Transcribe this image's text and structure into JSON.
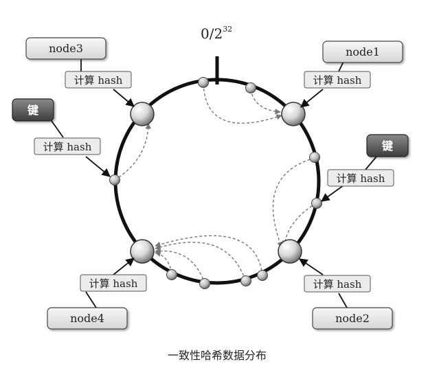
{
  "diagram": {
    "top_marker": {
      "base": "0/2",
      "exponent": "32"
    },
    "nodes": {
      "node1": "node1",
      "node2": "node2",
      "node3": "node3",
      "node4": "node4"
    },
    "hash_label": "计算 hash",
    "key_label": "键",
    "caption": "一致性哈希数据分布"
  },
  "colors": {
    "ring": "#111111",
    "arrow_dashed": "#777777",
    "box_light": "#e9e9e9",
    "box_dark": "#5a5a5a"
  }
}
